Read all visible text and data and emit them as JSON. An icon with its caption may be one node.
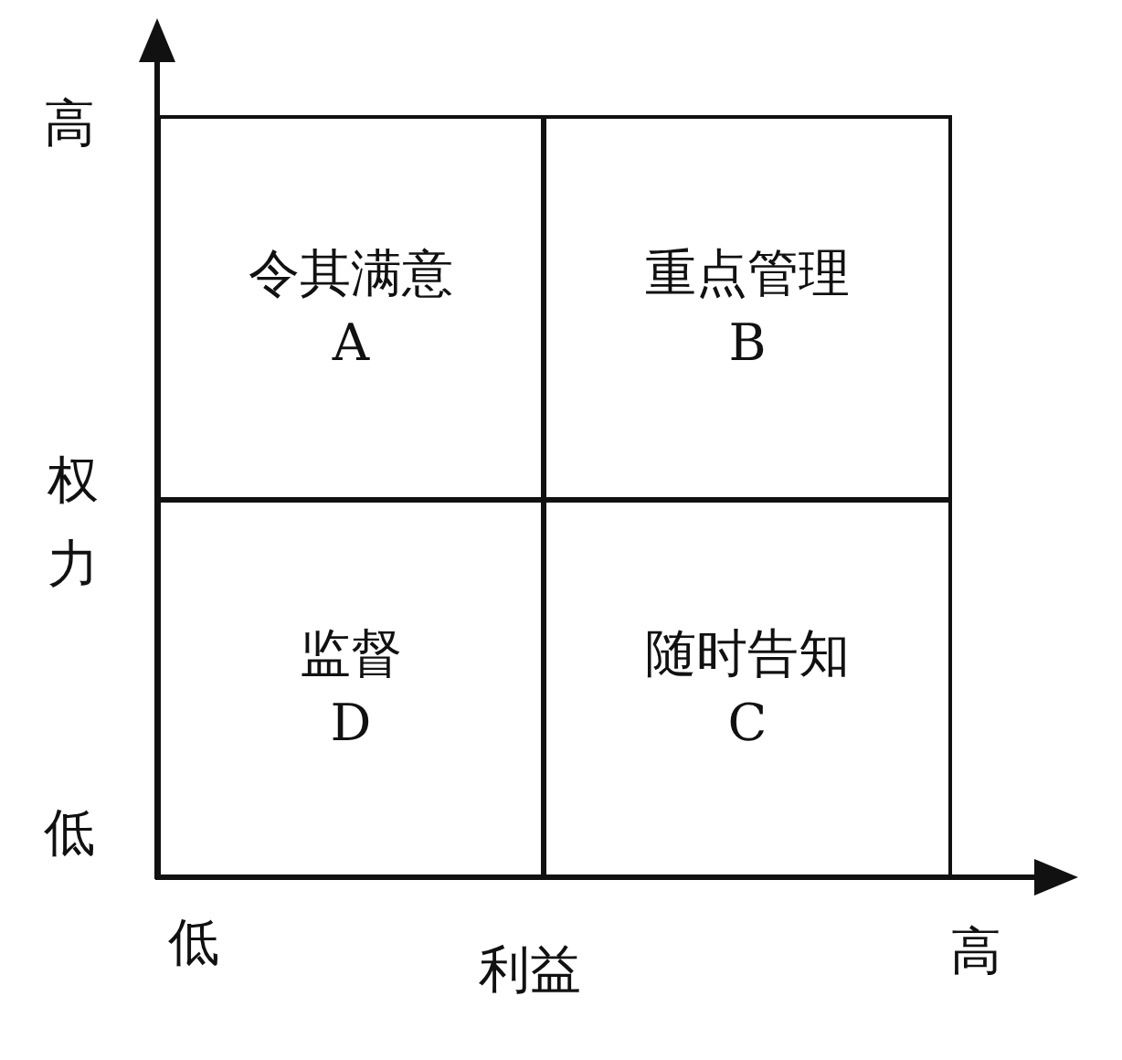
{
  "diagram": {
    "nodes": [
      {
        "text": [
          "令其满意",
          "A"
        ]
      },
      {
        "text": [
          "重点管理",
          "B"
        ]
      },
      {
        "text": [
          "监督",
          "D"
        ]
      },
      {
        "text": [
          "随时告知",
          "C"
        ]
      }
    ],
    "labels": [
      "高",
      "权力",
      "低",
      "低",
      "利益",
      "高"
    ]
  }
}
